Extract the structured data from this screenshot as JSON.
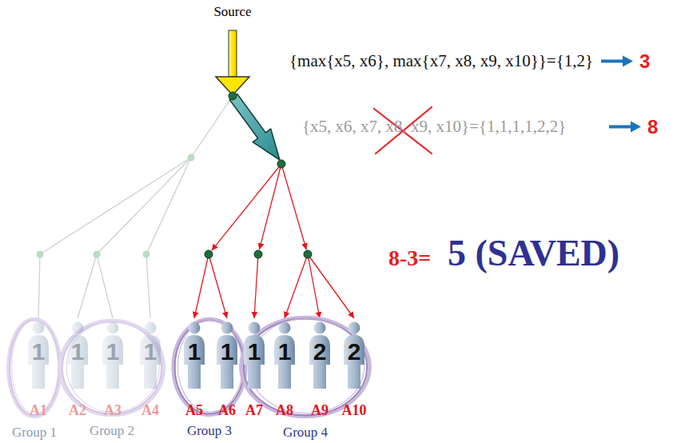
{
  "diagram": {
    "nodes": [
      {
        "text": [
          "Group 1"
        ]
      },
      {
        "text": [
          "1",
          "A1"
        ],
        "in": 0
      },
      {
        "text": [
          "Group 2"
        ]
      },
      {
        "text": [
          "1",
          "A2"
        ],
        "in": 2
      },
      {
        "text": [
          "1",
          "A3"
        ],
        "in": 2
      },
      {
        "text": [
          "1",
          "A4"
        ],
        "in": 2
      },
      {
        "text": [
          "Group 3"
        ]
      },
      {
        "text": [
          "1",
          "A5"
        ],
        "in": 6
      },
      {
        "text": [
          "1",
          "A6"
        ],
        "in": 6
      },
      {
        "text": [
          "Group 4"
        ]
      },
      {
        "text": [
          "1",
          "A7"
        ],
        "in": 9
      },
      {
        "text": [
          "1",
          "A8"
        ],
        "in": 9
      },
      {
        "text": [
          "2",
          "A9"
        ],
        "in": 9
      },
      {
        "text": [
          "2",
          "A10"
        ],
        "in": 9
      }
    ],
    "labels": [
      "Source",
      "{max{x5, x6}, max{x7, x8, x9, x10}}={1,2}",
      "3",
      "{x5, x6, x7, x8, x9, x10}={1,1,1,1,2,2}",
      "8",
      "8-3=",
      "5 (SAVED)"
    ]
  }
}
